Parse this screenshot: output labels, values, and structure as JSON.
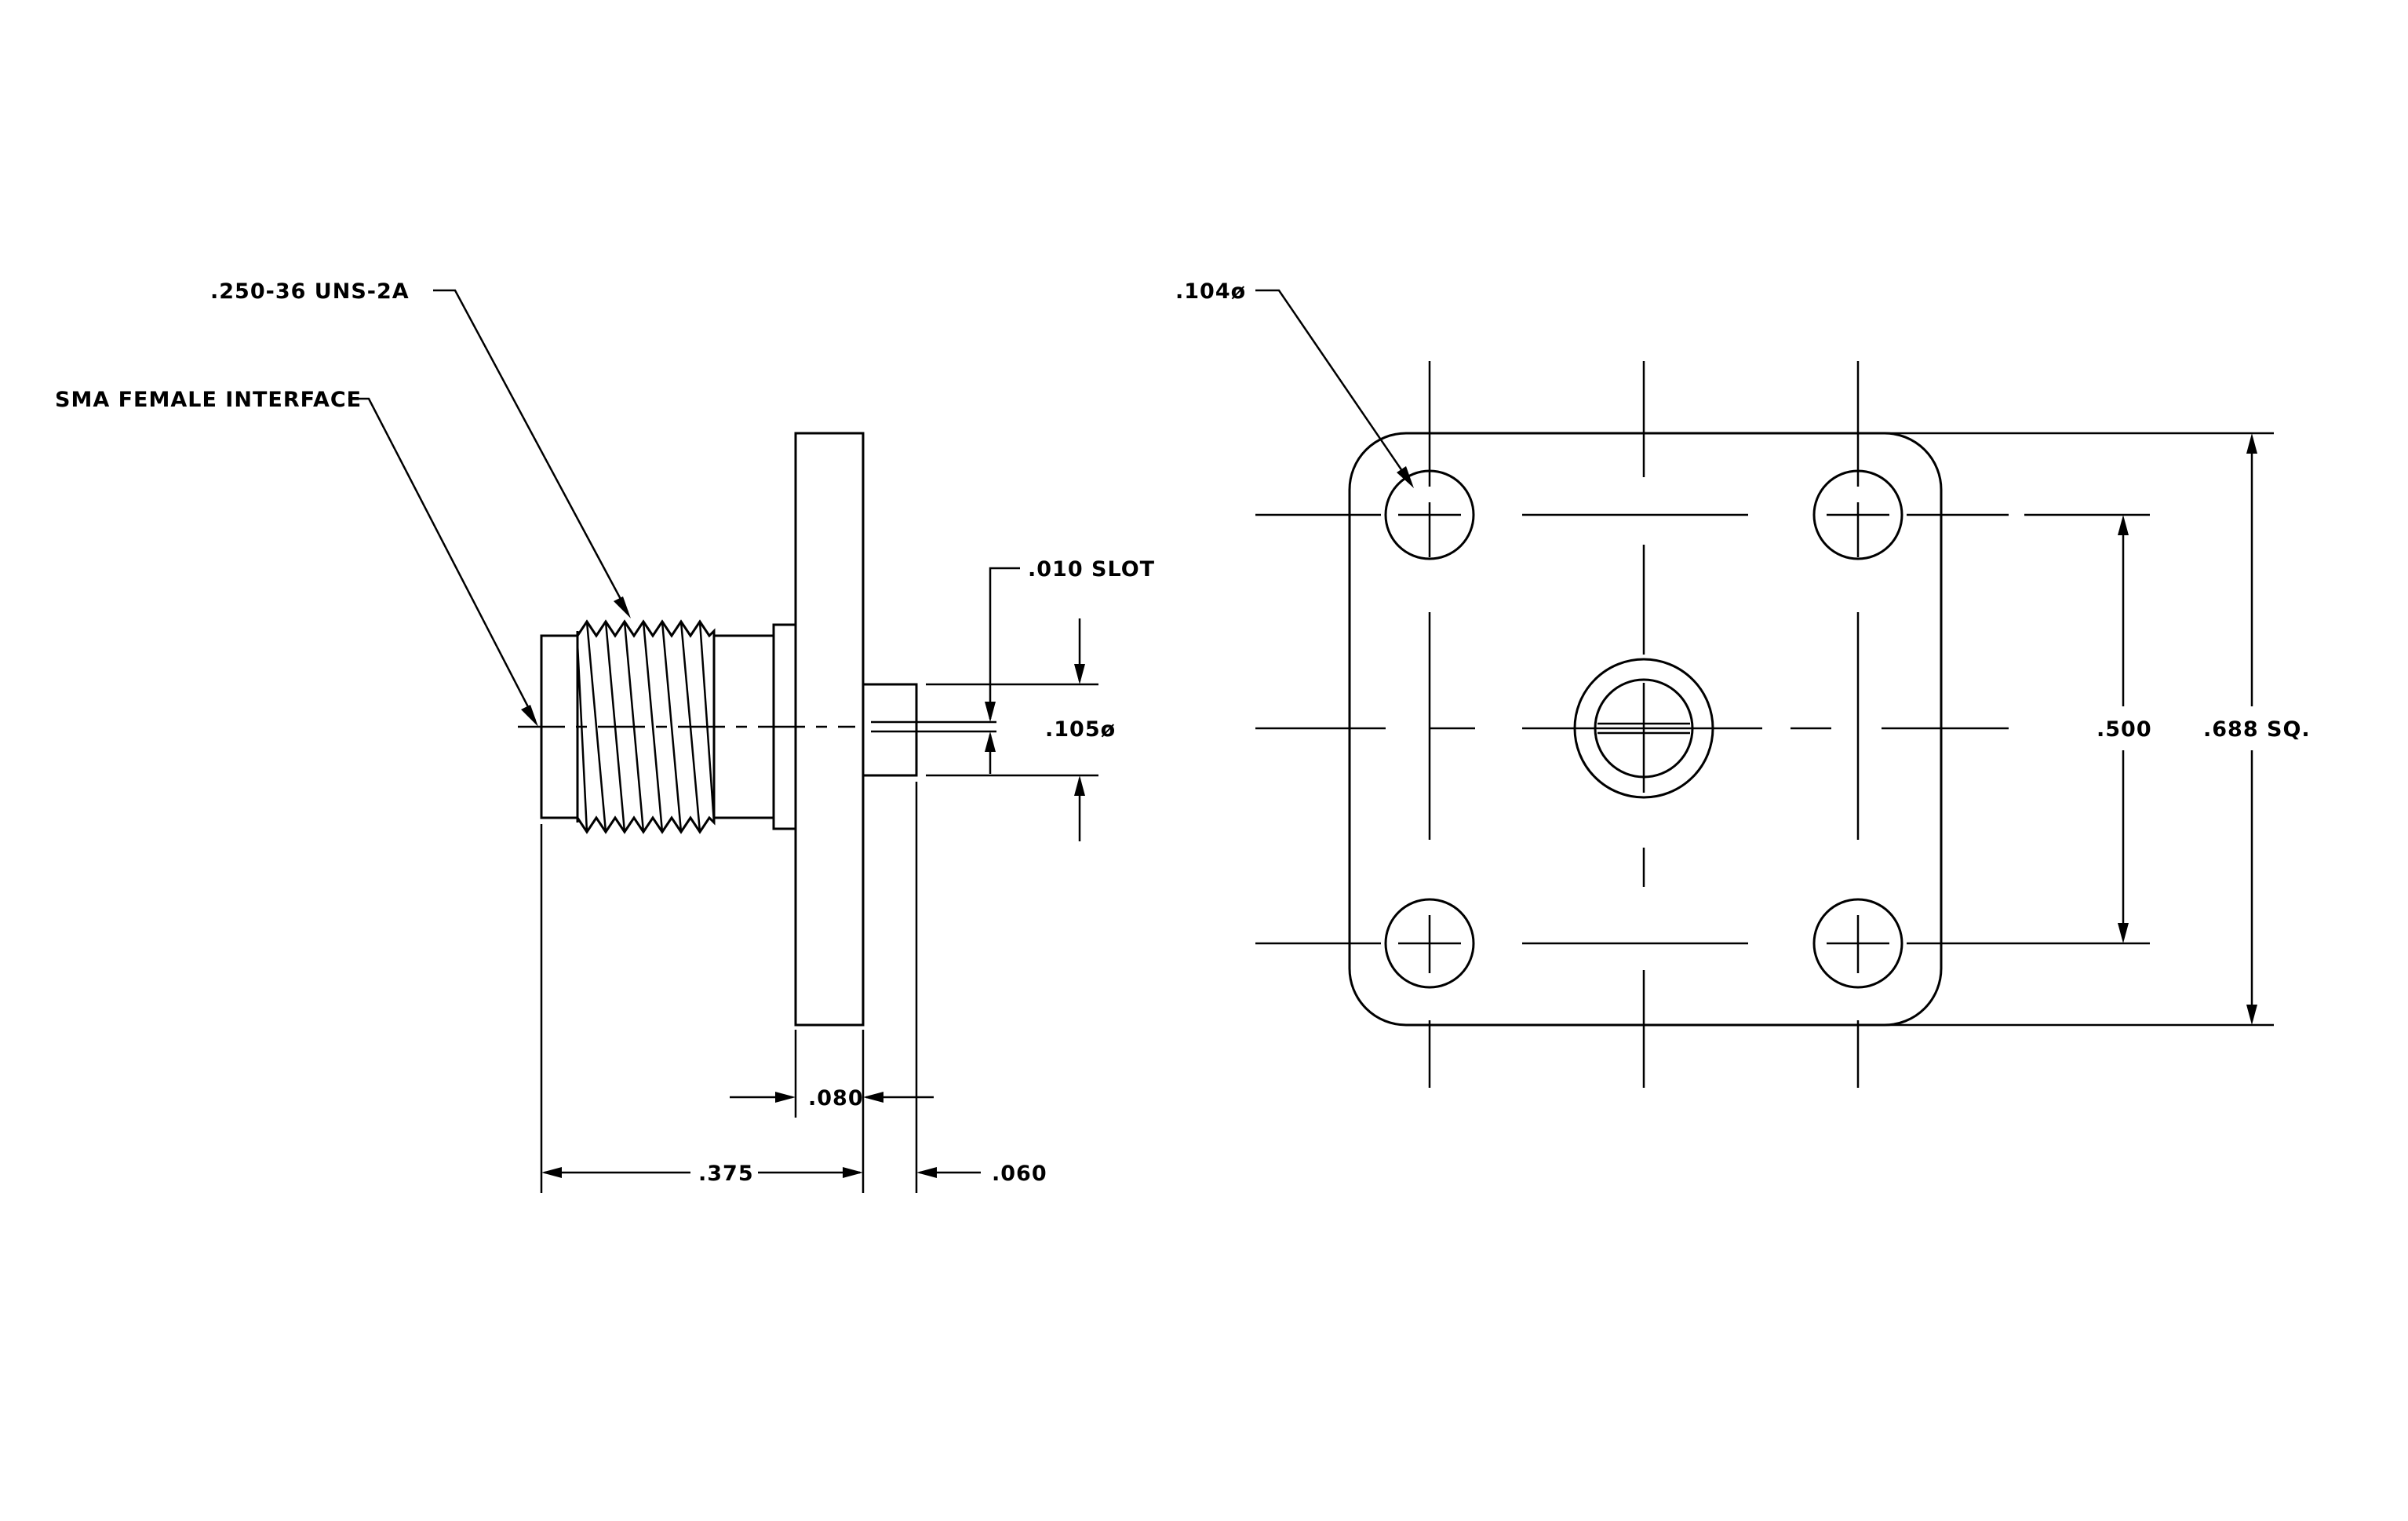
{
  "labels": {
    "thread_spec": ".250-36 UNS-2A",
    "interface": "SMA FEMALE INTERFACE",
    "slot": ".010 SLOT",
    "pin_diameter": ".105ø",
    "flange_thickness": ".080",
    "overall_length": ".375",
    "pin_length": ".060",
    "hole_diameter": ".104ø",
    "hole_spacing": ".500",
    "flange_size": ".688 SQ."
  }
}
